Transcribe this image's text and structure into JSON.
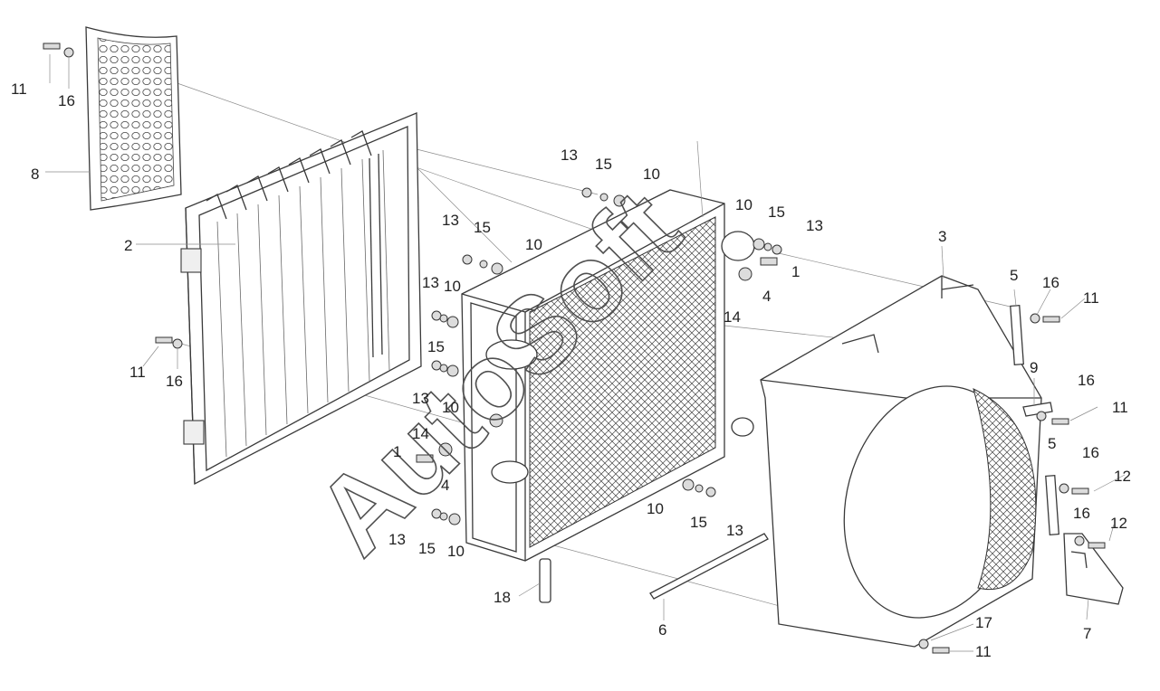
{
  "watermark": "AutoSoft",
  "labels": [
    "1",
    "1",
    "2",
    "3",
    "4",
    "4",
    "5",
    "5",
    "6",
    "7",
    "8",
    "9",
    "10",
    "10",
    "10",
    "10",
    "10",
    "10",
    "10",
    "11",
    "11",
    "11",
    "11",
    "11",
    "12",
    "12",
    "13",
    "13",
    "13",
    "13",
    "13",
    "13",
    "13",
    "14",
    "14",
    "15",
    "15",
    "15",
    "15",
    "15",
    "15",
    "16",
    "16",
    "16",
    "16",
    "16",
    "16",
    "17",
    "18"
  ],
  "colors": {
    "line": "#3a3a3a",
    "background": "#ffffff"
  }
}
